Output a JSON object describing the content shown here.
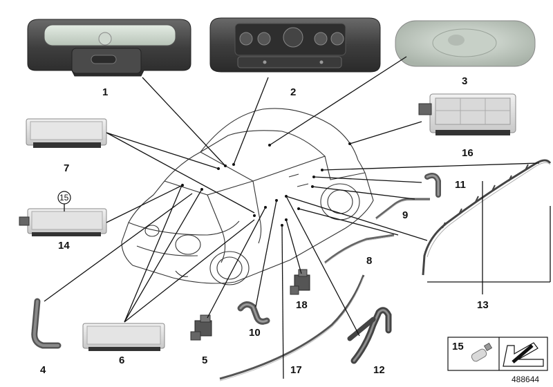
{
  "diagram": {
    "labels": {
      "l1": "1",
      "l2": "2",
      "l3": "3",
      "l4": "4",
      "l5": "5",
      "l6": "6",
      "l7": "7",
      "l8": "8",
      "l9": "9",
      "l10": "10",
      "l11": "11",
      "l12": "12",
      "l13": "13",
      "l14": "14",
      "l15": "15",
      "l16": "16",
      "l17": "17",
      "l18": "18"
    },
    "legend": {
      "number": "15"
    },
    "ref_number": "488644"
  }
}
